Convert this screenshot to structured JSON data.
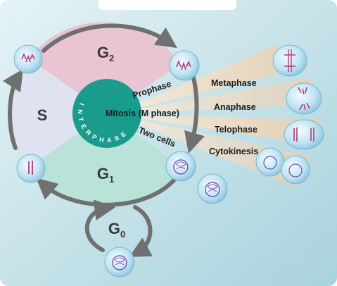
{
  "colors": {
    "background": "#cfe7ee",
    "ring_arrows": "#707070",
    "g2_fill": "#e9c4d3",
    "s_fill": "#dfe3f1",
    "g1_fill": "#b9e3d8",
    "interphase_fill": "#1a9c8c",
    "mitosis_fan": "#eedcc4",
    "cell_fill": "#a9d9ec"
  },
  "interphase": {
    "label": "INTERPHASE",
    "phases": [
      {
        "id": "g2",
        "letter": "G",
        "sub": "2"
      },
      {
        "id": "s",
        "letter": "S",
        "sub": ""
      },
      {
        "id": "g1",
        "letter": "G",
        "sub": "1"
      },
      {
        "id": "g0",
        "letter": "G",
        "sub": "0"
      }
    ]
  },
  "mitosis": {
    "entry_label": "Prophase",
    "center_label": "Mitosis (M phase)",
    "exit_label": "Two cells",
    "stages": [
      "Metaphase",
      "Anaphase",
      "Telophase",
      "Cytokinesis"
    ]
  }
}
